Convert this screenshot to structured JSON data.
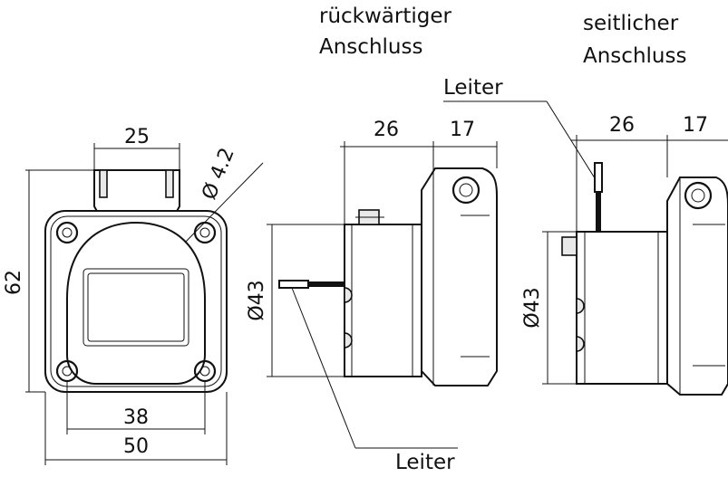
{
  "labels": {
    "rear_connection": [
      "rückwärtiger",
      "Anschluss"
    ],
    "side_connection": [
      "seitlicher",
      "Anschluss"
    ],
    "conductor_top": "Leiter",
    "conductor_bottom": "Leiter"
  },
  "front_view": {
    "width_top": "25",
    "hole_diameter": "Ø 4.2",
    "height": "62",
    "hole_spacing": "38",
    "width_bottom": "50"
  },
  "rear_view": {
    "depth_body": "26",
    "depth_flange": "17",
    "diameter": "Ø43"
  },
  "side_view": {
    "depth_body": "26",
    "depth_flange": "17",
    "diameter": "Ø43"
  }
}
